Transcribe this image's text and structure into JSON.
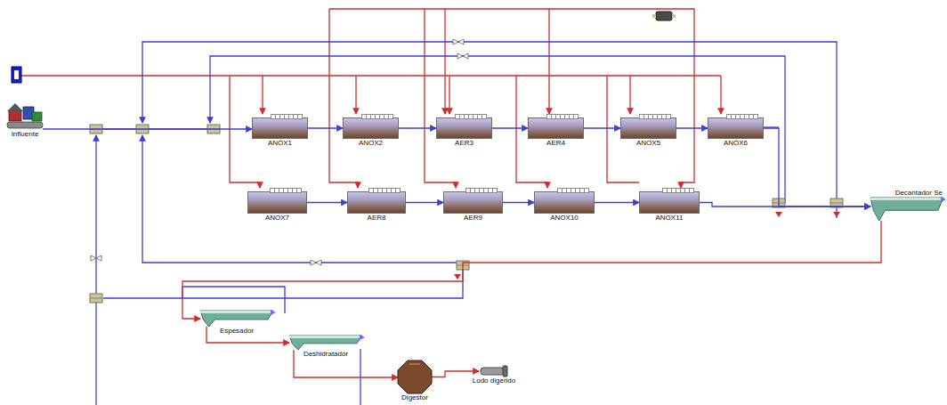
{
  "diagram": {
    "nodes": [
      {
        "text": [
          "Influente"
        ]
      },
      {
        "text": [
          "ANOX1"
        ]
      },
      {
        "text": [
          "ANOX2"
        ]
      },
      {
        "text": [
          "AER3"
        ]
      },
      {
        "text": [
          "AER4"
        ]
      },
      {
        "text": [
          "ANOX5"
        ]
      },
      {
        "text": [
          "ANOX6"
        ]
      },
      {
        "text": [
          "ANOX7"
        ]
      },
      {
        "text": [
          "AER8"
        ]
      },
      {
        "text": [
          "AER9"
        ]
      },
      {
        "text": [
          "ANOX10"
        ]
      },
      {
        "text": [
          "ANOX11"
        ]
      },
      {
        "text": [
          "Decantador Se"
        ]
      },
      {
        "text": [
          "Espesador"
        ]
      },
      {
        "text": [
          "Deshidratador"
        ]
      },
      {
        "text": [
          "Digestor"
        ]
      },
      {
        "text": [
          "Lodo digerido"
        ]
      }
    ],
    "edges": [
      {
        "from": 0,
        "to": 1,
        "arrow": "to"
      },
      {
        "from": 1,
        "to": 2,
        "arrow": "to"
      },
      {
        "from": 2,
        "to": 3,
        "arrow": "to"
      },
      {
        "from": 3,
        "to": 4,
        "arrow": "to"
      },
      {
        "from": 4,
        "to": 5,
        "arrow": "to"
      },
      {
        "from": 5,
        "to": 6,
        "arrow": "to"
      },
      {
        "from": 6,
        "to": 12,
        "arrow": "to"
      },
      {
        "from": 7,
        "to": 8,
        "arrow": "to"
      },
      {
        "from": 8,
        "to": 9,
        "arrow": "to"
      },
      {
        "from": 9,
        "to": 10,
        "arrow": "to"
      },
      {
        "from": 10,
        "to": 11,
        "arrow": "to"
      },
      {
        "from": 11,
        "to": 12,
        "arrow": "to"
      },
      {
        "from": 12,
        "to": 13,
        "arrow": "to"
      },
      {
        "from": 13,
        "to": 14,
        "arrow": "to"
      },
      {
        "from": 14,
        "to": 15,
        "arrow": "to"
      },
      {
        "from": 15,
        "to": 16,
        "arrow": "to"
      }
    ]
  }
}
